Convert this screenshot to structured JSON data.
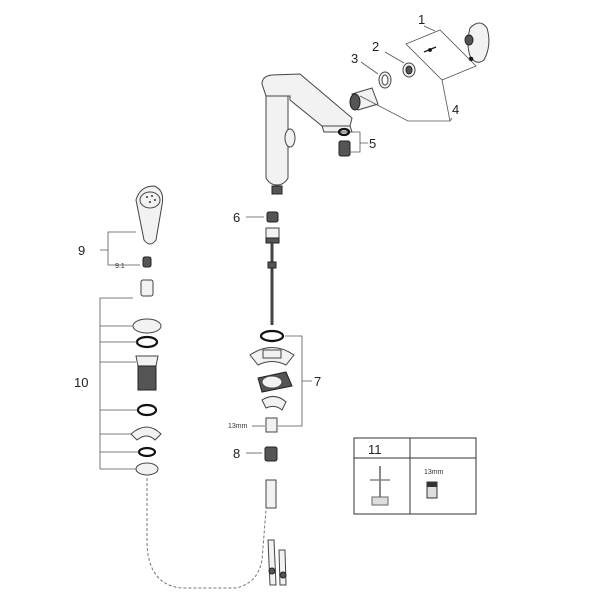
{
  "callouts": {
    "c1": "1",
    "c2": "2",
    "c3": "3",
    "c4": "4",
    "c5": "5",
    "c6": "6",
    "c7": "7",
    "c8": "8",
    "c9": "9",
    "c9_1": "9.1",
    "c10": "10",
    "c11": "11"
  },
  "sizes": {
    "wrench_left": "13mm",
    "wrench_box": "13mm"
  }
}
